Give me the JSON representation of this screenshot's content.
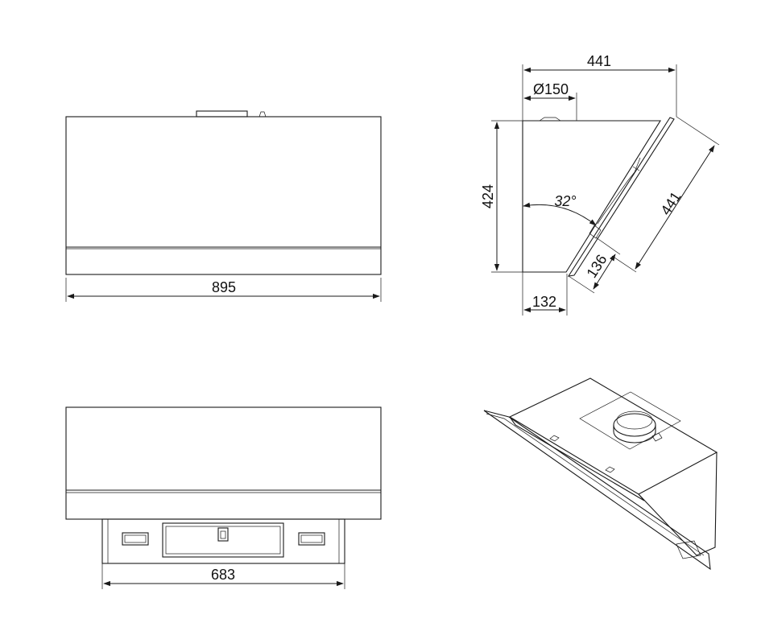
{
  "front_view": {
    "width_label": "895"
  },
  "side_view": {
    "depth_label": "441",
    "duct_label": "Ø150",
    "height_label": "424",
    "angle_label": "32°",
    "glass_label": "441",
    "gap_label": "136",
    "base_label": "132"
  },
  "bottom_view": {
    "inner_width_label": "683"
  }
}
